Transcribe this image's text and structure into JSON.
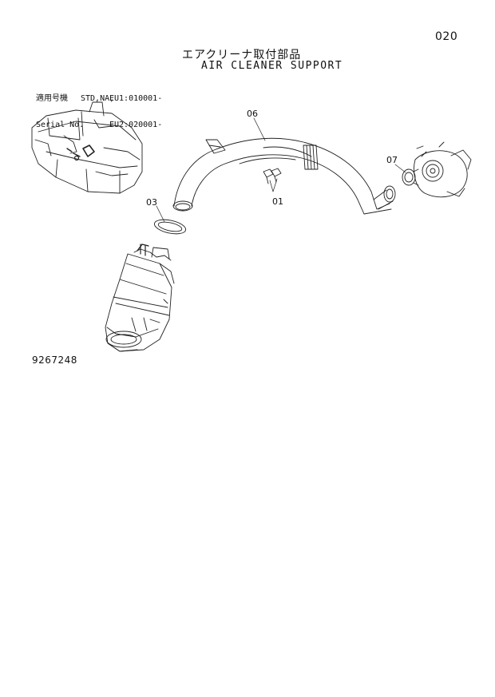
{
  "page_number": "020",
  "title_jp": "エアクリーナ取付部品",
  "title_en": "AIR CLEANER SUPPORT",
  "serial": {
    "label_jp": "適用号機",
    "label_en": "Serial No.",
    "row1_model": "STD,NA,",
    "row1_range": "EU1:010001-",
    "row2_range": "EU2:020001-"
  },
  "callouts": [
    "06",
    "07",
    "03",
    "01"
  ],
  "drawing_id": "9267248"
}
